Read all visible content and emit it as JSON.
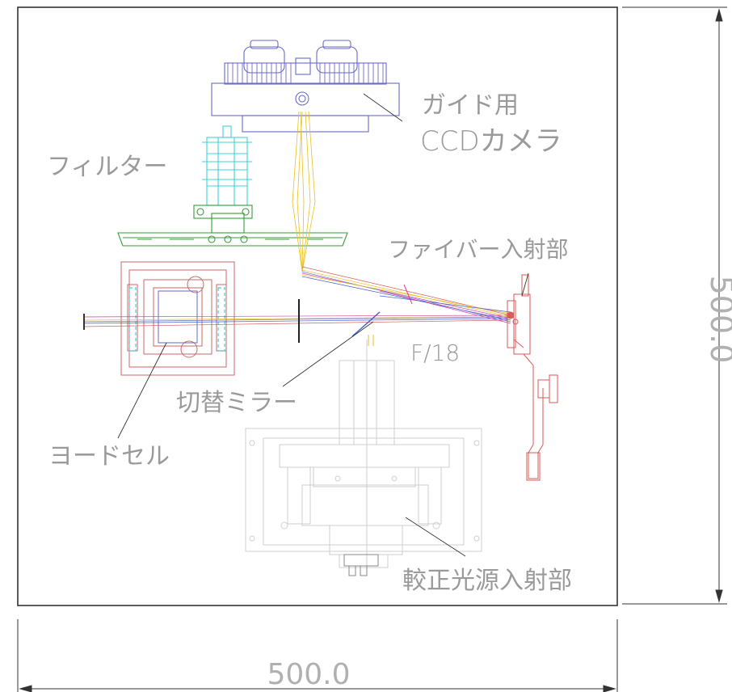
{
  "labels": {
    "ccd_line1": "ガイド用",
    "ccd_line2": "CCDカメラ",
    "filter": "フィルター",
    "fiber": "ファイバー入射部",
    "fratio": "F/18",
    "mirror": "切替ミラー",
    "iodine": "ヨードセル",
    "calib": "較正光源入射部"
  },
  "dimensions": {
    "width": "500.0",
    "height": "500.0"
  },
  "colors": {
    "frame": "#333333",
    "camera": "#6a6ac8",
    "filter": "#3fd0d8",
    "plate": "#3a9a3a",
    "iodine_cell": "#c86a6a",
    "fiber_mount": "#d85a5a",
    "calibration": "#c8c8c8",
    "beam_yellow": "#e8c020",
    "beam_magenta": "#d040a0",
    "beam_blue": "#4060d0",
    "label_text": "#9a9a9a"
  }
}
